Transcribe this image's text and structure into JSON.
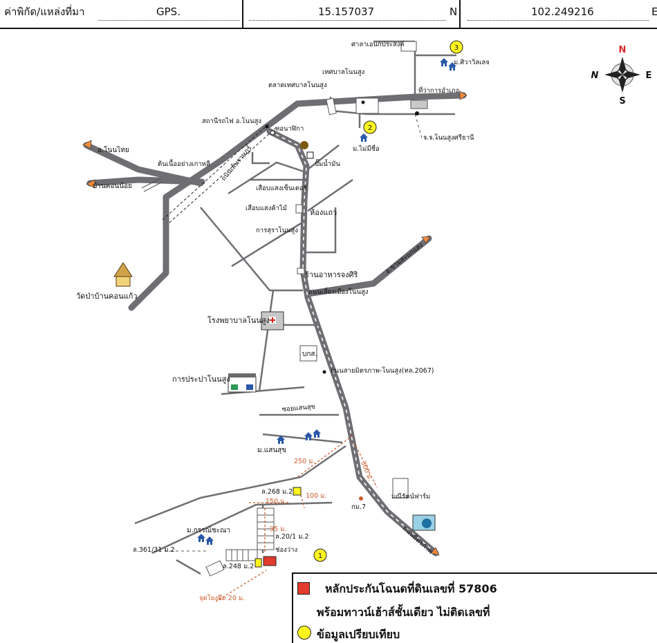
{
  "header": {
    "coord_label": "ค่าพิกัด/แหล่งที่มา",
    "source": "GPS.",
    "latitude": "15.157037",
    "lat_dir": "N",
    "longitude": "102.249216",
    "lon_dir": "E"
  },
  "compass": {
    "n": "N",
    "s": "S",
    "e": "E",
    "w": "N"
  },
  "places": {
    "sala": "ศาลาเอนกประสงค์",
    "num3": "3",
    "num2": "2",
    "num1": "1",
    "m_sivavilas": "ม.ศิวาวิลเลจ",
    "tessaban": "เทศบาลโนนสูง",
    "market": "ตลาดเทศบาลโนนสูง",
    "district_office": "ที่ว่าการอำเภอ",
    "station": "สถานีรถไฟ อ.โนนสูง",
    "clock_tower": "หอนาฬิกา",
    "m_no_name": "ม.ไม่มีชื่อ",
    "school": "ร.ร.โนนสูงศรีธานี",
    "to_nonthai": "อ.โนนไทย",
    "tonpho_kashi": "ต้นเนื้ออย่างเกาหลี",
    "rd_rai": "ถนนเส้นราษฎร์",
    "gas": "ปั๊มน้ำมัน",
    "ban_khon_noi": "บ้านคอนน้อย",
    "sia_center": "เสือบแสงเซ็นเตอร์",
    "sia_kamai": "เสือบแสงค้าไม้",
    "kan_pai": "การสุราโนนสูง",
    "hong_thaew": "ห้องแถว",
    "to_kham_sakaesaeng": "อ.ขามสะแกแสง",
    "wat": "วัดป่าบ้านคอนแก้ว",
    "restaurant": "ร้านอาหารจงศิริ",
    "rd_liang_mueang": "ถนนเลี่ยงเมืองโนนสูง",
    "hospital": "โรงพยาบาลโนนสูง",
    "bks": "บกส.",
    "rd_mittraphap": "ถนนสายมิตรภาพ-โนนสูง(ทล.2067)",
    "waterworks": "การประปาโนนสูง",
    "soi_saensuk": "ซอยแสนสุข",
    "m_saensuk": "ม.แสนสุข",
    "d250": "250 ม.",
    "d300": "300 ม.",
    "moneerat": "มณีรัตน์ฟาร์ม",
    "lot268": "ล.268 ม.2",
    "d100": "100 ม.",
    "km7": "กม.7",
    "d150": "150 ม.",
    "d95": "95 ม.",
    "m_kanjana": "ม.กรรณ์ชะณา",
    "lot20_1": "ล.20/1 ม.2",
    "lot361": "ล.361/31 ม.2",
    "chong_wang": "ช่องว่าง",
    "lot248": "ล.248 ม.2",
    "rd_mittraphap2": "ถนนมิตรภาพ",
    "link": "จุดโยงยึด 20 ม."
  },
  "legend": {
    "line1": "หลักประกันโฉนดที่ดินเลขที่ 57806",
    "line2": "พร้อมทาวน์เฮ้าส์ชั้นเดียว ไม่ติดเลขที่",
    "line3": "ข้อมูลเปรียบเทียบ"
  },
  "colors": {
    "road": "#6e6e73",
    "subject": "#e33b2c",
    "comparable": "#fff51f",
    "distance": "#cc5a2a",
    "arrow": "#f08a3a"
  }
}
